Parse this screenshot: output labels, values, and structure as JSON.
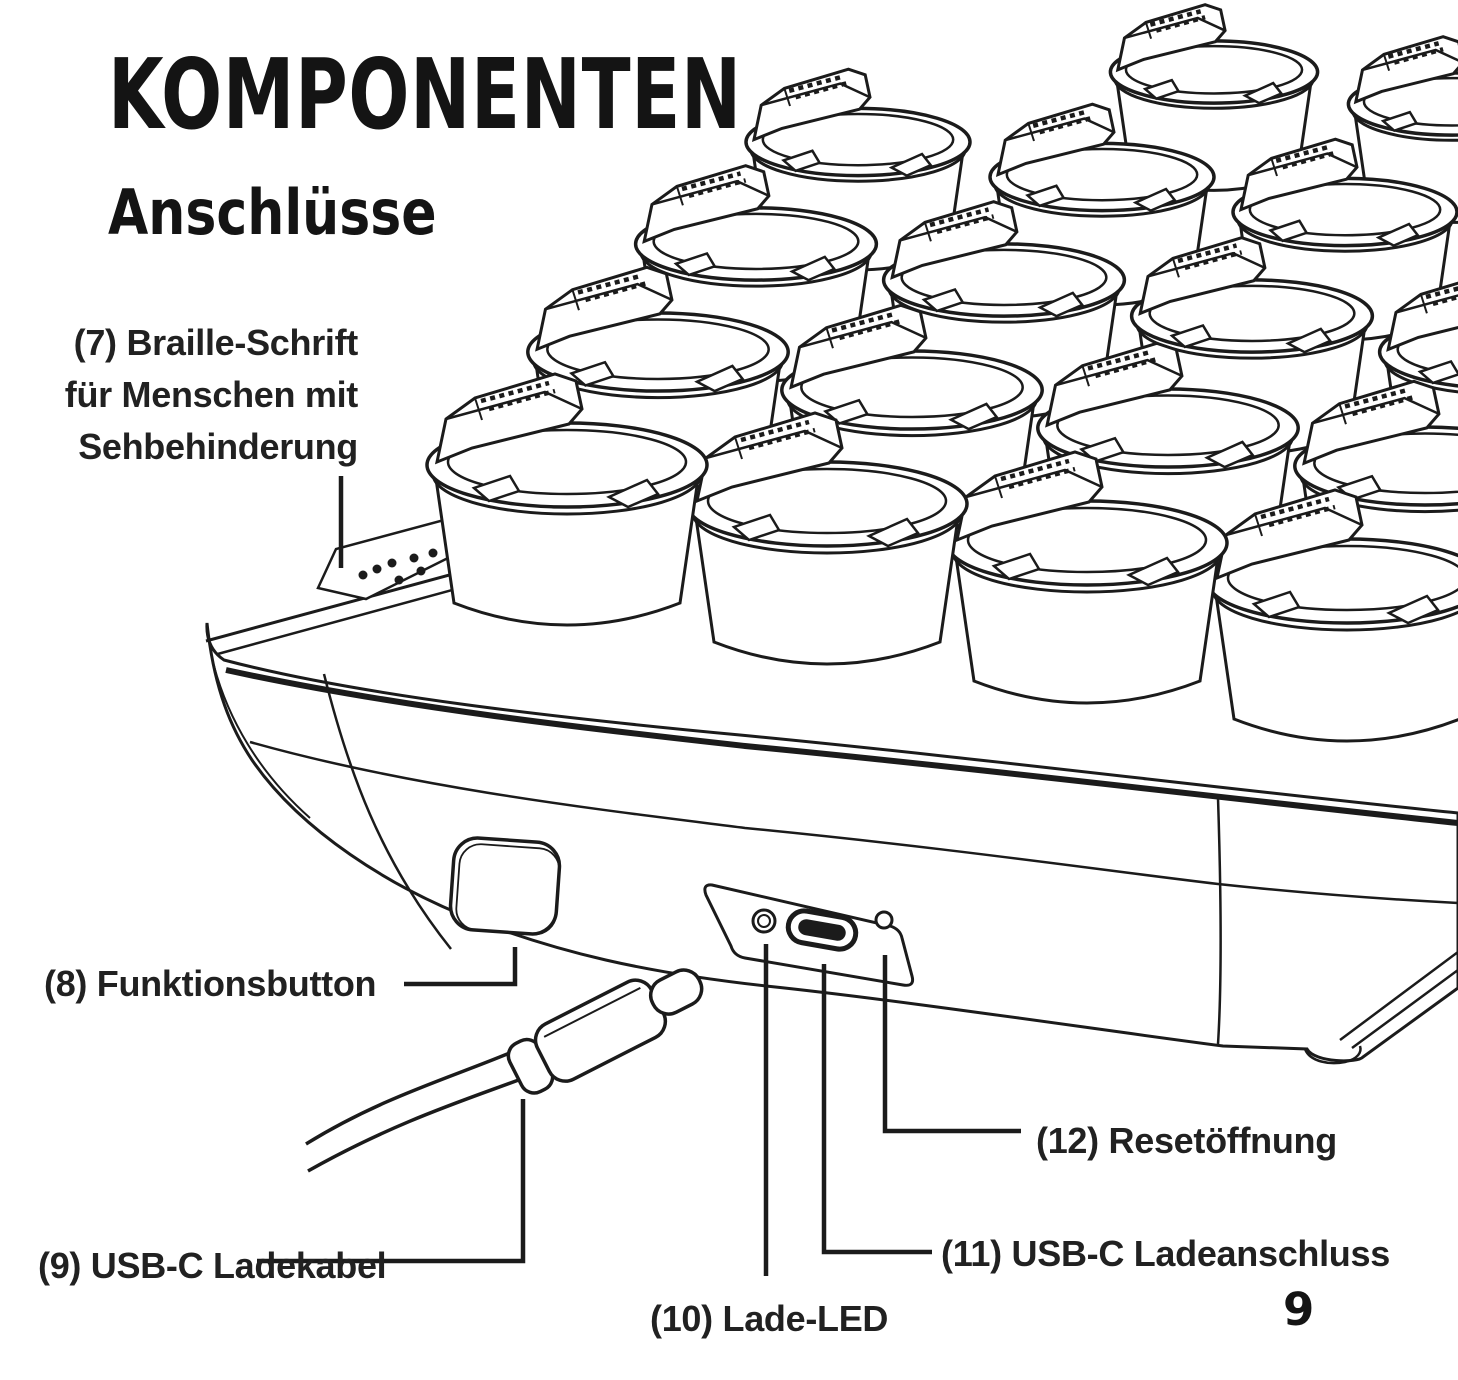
{
  "page": {
    "title": "KOMPONENTEN",
    "subtitle": "Anschlüsse",
    "page_number": "9",
    "background": "#ffffff",
    "ink_color": "#1b1b1b"
  },
  "labels": {
    "braille_lines": [
      "(7) Braille-Schrift",
      "für Menschen mit",
      "Sehbehinderung"
    ],
    "function_button": "(8) Funktionsbutton",
    "usb_cable": "(9) USB-C Ladekabel",
    "charge_led": "(10) Lade-LED",
    "usb_port": "(11) USB-C Ladeanschluss",
    "reset_opening": "(12) Resetöffnung"
  },
  "figure": {
    "alt": "Line drawing of a charging tray holding staggered rows of round containers with angular clip-on lids; callout lines point to the Braille label plate, the function button, the USB-C charging cable, the charging LED, the USB-C charging port and the reset opening"
  }
}
